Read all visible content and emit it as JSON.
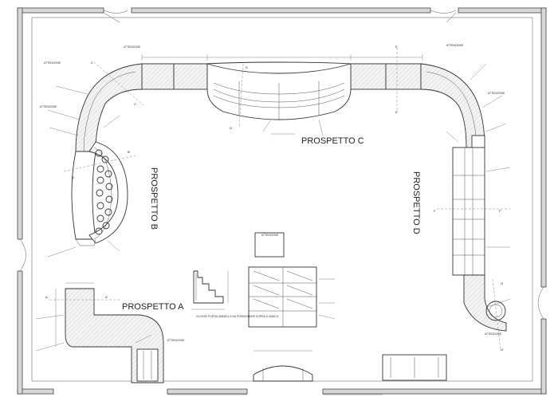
{
  "labels": {
    "prospetto_a": "PROSPETTO A",
    "prospetto_b": "PROSPETTO B",
    "prospetto_c": "PROSPETTO C",
    "prospetto_d": "PROSPETTO D"
  },
  "section_marks": {
    "a_left": "A",
    "a_right": "A'",
    "b_left": "B",
    "b_right": "B'",
    "c_left": "C",
    "c_right": "C'",
    "d_top": "D",
    "d_bottom": "D'",
    "e_top": "E",
    "e_bottom": "E'",
    "f_left": "F",
    "f_right": "F'",
    "g_top": "G",
    "g_bottom": "G'"
  },
  "notes": {
    "display_note": "GLOSSE PORTACANNELLO DA POSIZIONARE SOPRA IL BANCO",
    "attenzione": "ATTENZIONE"
  }
}
